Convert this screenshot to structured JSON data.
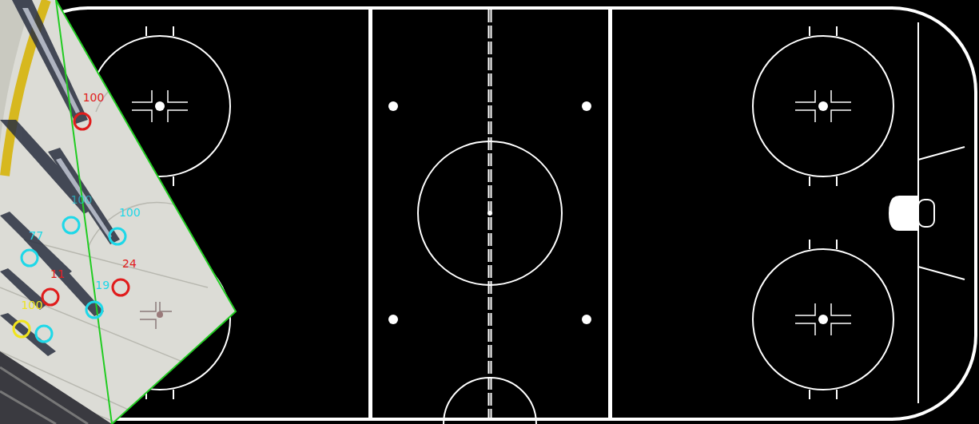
{
  "diagram": {
    "labels": [
      "100",
      "100",
      "100",
      "77",
      "24",
      "11",
      "19",
      "100"
    ]
  }
}
